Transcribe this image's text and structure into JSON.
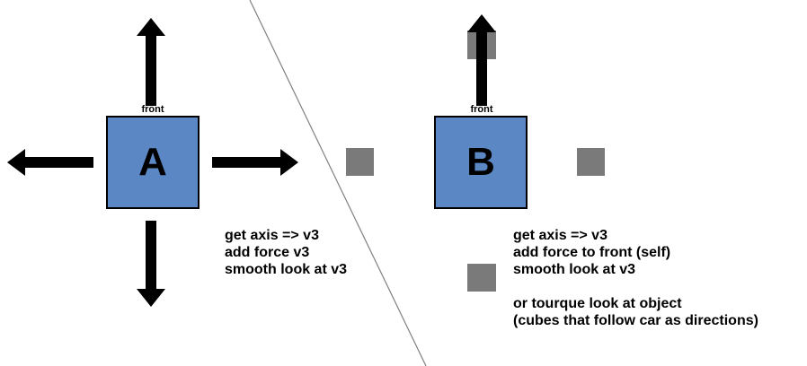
{
  "colors": {
    "cube_fill": "#5b87c5",
    "marker_gray": "#7a7a7a",
    "arrow": "#000000",
    "divider": "#808080"
  },
  "panel_a": {
    "cube_label": "A",
    "front_label": "front",
    "notes": [
      "get axis => v3",
      "add force v3",
      "smooth look at v3"
    ]
  },
  "panel_b": {
    "cube_label": "B",
    "front_label": "front",
    "notes": [
      "get axis => v3",
      "add force to front (self)",
      "smooth look at v3"
    ],
    "notes_extra": [
      "or tourque look at object",
      "(cubes that follow car as directions)"
    ]
  }
}
